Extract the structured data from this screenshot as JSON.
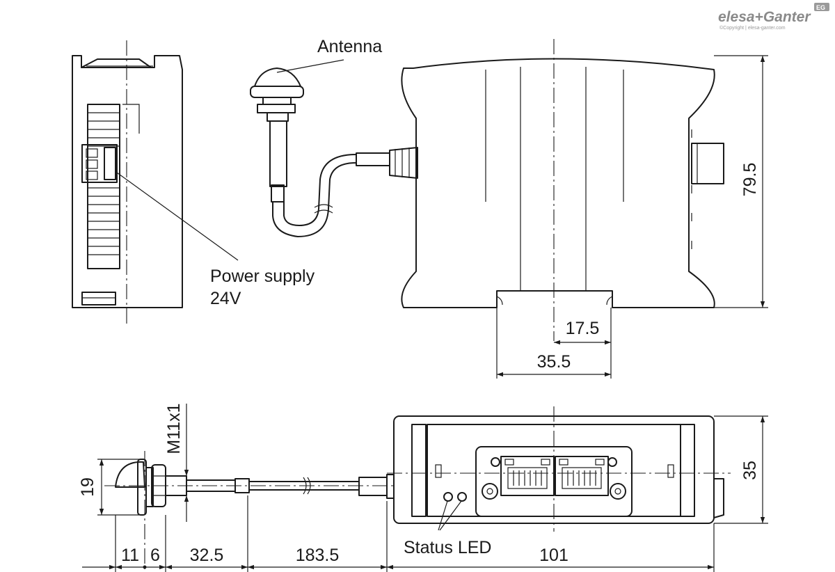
{
  "brand": {
    "name": "elesa+Ganter",
    "badge": "EG",
    "copyright": "©Copyright | elesa-ganter.com"
  },
  "labels": {
    "antenna": "Antenna",
    "power_supply": "Power supply",
    "power_voltage": "24V",
    "status_led": "Status LED"
  },
  "dimensions": {
    "height": "79.5",
    "rail_half": "17.5",
    "rail_width": "35.5",
    "thread": "M11x1",
    "antenna_dia": "19",
    "antenna_cap": "11",
    "nut": "6",
    "stem": "32.5",
    "cable": "183.5",
    "length": "101",
    "depth": "35"
  }
}
